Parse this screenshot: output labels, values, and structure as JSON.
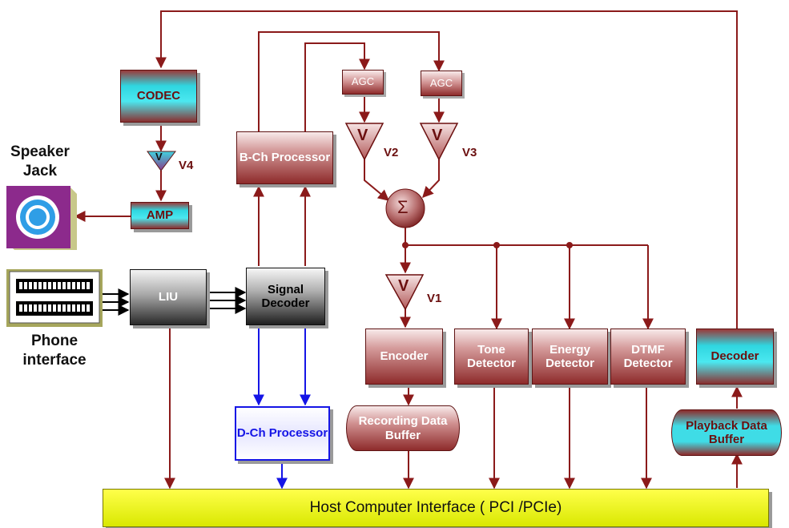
{
  "blocks": {
    "codec": "CODEC",
    "amp": "AMP",
    "liu": "LIU",
    "signal_decoder": "Signal Decoder",
    "b_ch_processor": "B-Ch Processor",
    "d_ch_processor": "D-Ch Processor",
    "agc_1": "AGC",
    "agc_2": "AGC",
    "encoder": "Encoder",
    "tone_detector": "Tone Detector",
    "energy_detector": "Energy Detector",
    "dtmf_detector": "DTMF Detector",
    "decoder": "Decoder",
    "recording_buffer": "Recording Data Buffer",
    "playback_buffer": "Playback Data Buffer",
    "host_interface": "Host Computer Interface ( PCI /PCIe)"
  },
  "labels": {
    "speaker_jack": "Speaker Jack",
    "phone_interface": "Phone interface",
    "v1": "V1",
    "v2": "V2",
    "v3": "V3",
    "v4": "V4",
    "v_symbol": "V",
    "sum_symbol": "Σ"
  },
  "colors": {
    "connector": "#8b1a1a",
    "d_channel": "#1515e6",
    "host_bus": "#e6f000"
  }
}
